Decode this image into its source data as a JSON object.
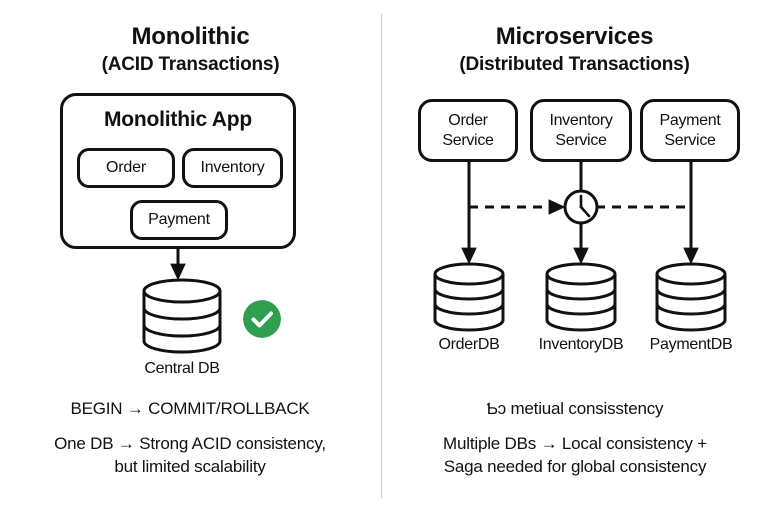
{
  "colors": {
    "background": "#ffffff",
    "stroke": "#111111",
    "divider": "#c8c8c8",
    "success_green": "#2e9e4f",
    "check_white": "#ffffff"
  },
  "left_panel": {
    "title_main": "Monolithic",
    "title_sub": "(ACID Transactions)",
    "app_box_label": "Monolithic App",
    "modules": [
      {
        "label": "Order"
      },
      {
        "label": "Inventory"
      },
      {
        "label": "Payment"
      }
    ],
    "database": {
      "label": "Central DB"
    },
    "status_icon": "check-circle-icon",
    "transaction_flow": "BEGIN → COMMIT/ROLLBACK",
    "summary_line_1": "One DB → Strong ACID consistency,",
    "summary_line_2": "but limited scalability"
  },
  "right_panel": {
    "title_main": "Microservices",
    "title_sub": "(Distributed Transactions)",
    "services": [
      {
        "line1": "Order",
        "line2": "Service"
      },
      {
        "line1": "Inventory",
        "line2": "Service"
      },
      {
        "line1": "Payment",
        "line2": "Service"
      }
    ],
    "databases": [
      {
        "label": "OrderDB"
      },
      {
        "label": "InventoryDB"
      },
      {
        "label": "PaymentDB"
      }
    ],
    "timing_icon": "clock-icon",
    "consistency_note": "Ƅɔ metiual consisstency",
    "summary_line_1": "Multiple DBs → Local consistency +",
    "summary_line_2": "Saga needed for global consistency"
  }
}
